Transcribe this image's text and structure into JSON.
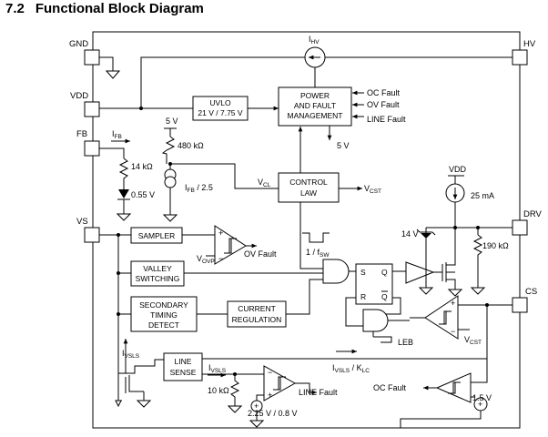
{
  "section": {
    "number": "7.2",
    "title": "Functional Block Diagram"
  },
  "pins": {
    "gnd": "GND",
    "vdd": "VDD",
    "fb": "FB",
    "vs": "VS",
    "hv": "HV",
    "drv": "DRV",
    "cs": "CS"
  },
  "blocks": {
    "uvlo": {
      "line1": "UVLO",
      "line2": "21 V / 7.75 V"
    },
    "power_fault": {
      "line1": "POWER",
      "line2": "AND FAULT",
      "line3": "MANAGEMENT"
    },
    "control_law": {
      "line1": "CONTROL",
      "line2": "LAW"
    },
    "sampler": "SAMPLER",
    "valley_switching": {
      "line1": "VALLEY",
      "line2": "SWITCHING"
    },
    "secondary_timing": {
      "line1": "SECONDARY",
      "line2": "TIMING",
      "line3": "DETECT"
    },
    "current_regulation": {
      "line1": "CURRENT",
      "line2": "REGULATION"
    },
    "line_sense": {
      "line1": "LINE",
      "line2": "SENSE"
    },
    "latch": {
      "s": "S",
      "q": "Q",
      "r": "R",
      "qbar": "Q"
    }
  },
  "signals": {
    "i_hv": {
      "main": "I",
      "sub": "HV"
    },
    "oc_fault": "OC Fault",
    "ov_fault": "OV Fault",
    "line_fault": "LINE Fault",
    "v5_power": "5 V",
    "v5_fb": "5 V",
    "r480": "480 kΩ",
    "i_fb": {
      "main": "I",
      "sub": "FB"
    },
    "r14": "14 kΩ",
    "v055": "0.55 V",
    "ifb_div": {
      "main": "I",
      "sub": "FB",
      "rest": " / 2.5"
    },
    "v_cl": {
      "main": "V",
      "sub": "CL"
    },
    "v_cst_ctrl": {
      "main": "V",
      "sub": "CST"
    },
    "vdd_drv": "VDD",
    "i25": "25 mA",
    "v14": "14 V",
    "r190": "190 kΩ",
    "fsw": {
      "pre": "1 / f",
      "sub": "SW"
    },
    "v_ovp": {
      "main": "V",
      "sub": "OVP"
    },
    "ov_fault_out": "OV Fault",
    "leb": "LEB",
    "v_cst_cs": {
      "main": "V",
      "sub": "CST"
    },
    "i_vsls": {
      "main": "I",
      "sub": "VSLS"
    },
    "i_vsls2": {
      "main": "I",
      "sub": "VSLS"
    },
    "ivsls_klc": {
      "main": "I",
      "sub": "VSLS",
      "mid": " / K",
      "sub2": "LC"
    },
    "r10": "10 kΩ",
    "line_fault_out": "LINE Fault",
    "v225": "2.25 V / 0.8 V",
    "oc_fault_out": "OC Fault",
    "v15": "1.5 V"
  },
  "colors": {
    "stroke": "#000000",
    "background": "#ffffff"
  }
}
